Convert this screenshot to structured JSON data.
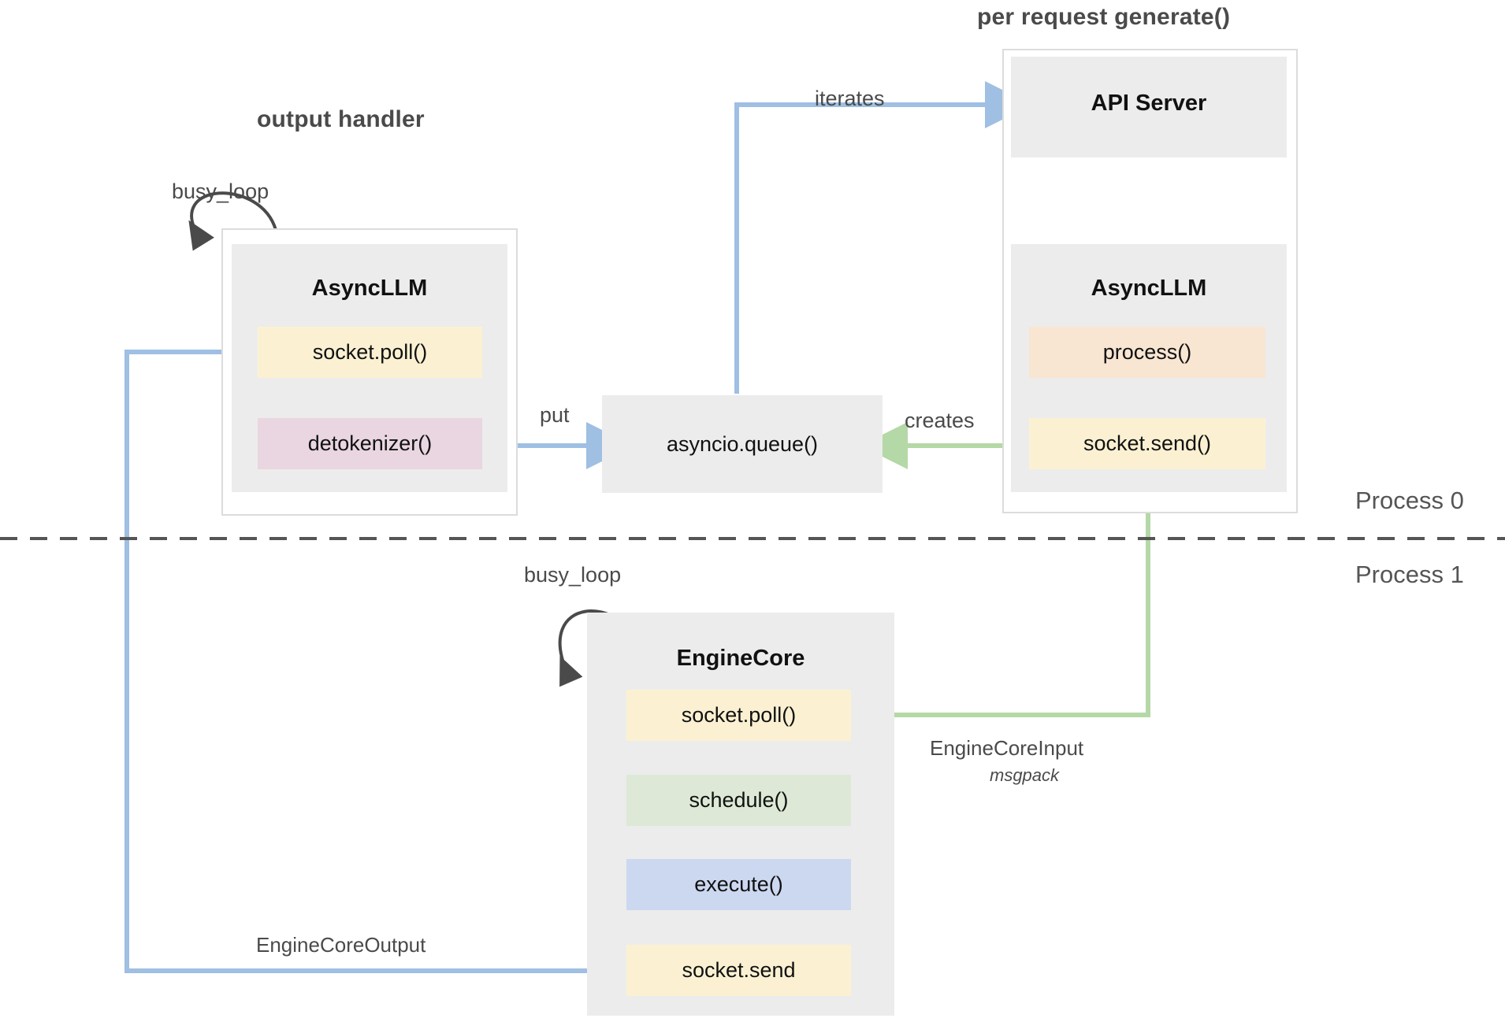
{
  "diagram": {
    "title_output_handler": "output handler",
    "title_per_request": "per request generate()",
    "process_top": "Process 0",
    "process_bottom": "Process 1"
  },
  "output_handler": {
    "loop_label": "busy_loop",
    "module_title": "AsyncLLM",
    "chips": [
      {
        "label": "socket.poll()",
        "color": "#fbf1d2"
      },
      {
        "label": "detokenizer()",
        "color": "#e9d6e0"
      }
    ]
  },
  "queue": {
    "label": "asyncio.queue()"
  },
  "per_request": {
    "api_server_title": "API Server",
    "module_title": "AsyncLLM",
    "chips": [
      {
        "label": "process()",
        "color": "#f8e6d2"
      },
      {
        "label": "socket.send()",
        "color": "#fbf1d2"
      }
    ]
  },
  "engine_core": {
    "loop_label": "busy_loop",
    "module_title": "EngineCore",
    "chips": [
      {
        "label": "socket.poll()",
        "color": "#fbf1d2"
      },
      {
        "label": "schedule()",
        "color": "#dde9d6"
      },
      {
        "label": "execute()",
        "color": "#ccd8f0"
      },
      {
        "label": "socket.send",
        "color": "#fbf1d2"
      }
    ]
  },
  "edges": {
    "iterates": "iterates",
    "put": "put",
    "creates": "creates",
    "engine_core_input": "EngineCoreInput",
    "engine_core_input_sub": "msgpack",
    "engine_core_output": "EngineCoreOutput"
  },
  "colors": {
    "blue_arrow": "#9fbfe3",
    "green_arrow": "#b4d8a6",
    "dark_arrow": "#4a4a4a",
    "module_bg": "#ececec",
    "outer_border": "#dcdcdc"
  }
}
